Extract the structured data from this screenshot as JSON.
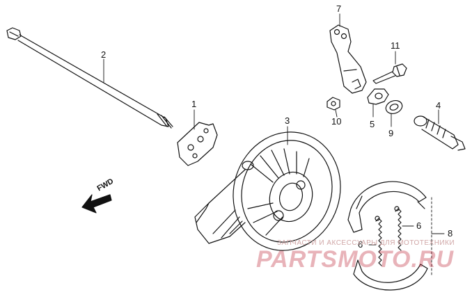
{
  "callouts": {
    "c1": "1",
    "c2": "2",
    "c3": "3",
    "c4": "4",
    "c5": "5",
    "c6a": "6",
    "c6b": "6",
    "c7": "7",
    "c8": "8",
    "c9": "9",
    "c10": "10",
    "c11": "11"
  },
  "direction": {
    "label": "FWD"
  },
  "watermark": {
    "caption": "ЗАПЧАСТИ И АКСЕССУАРЫ ДЛЯ МОТОТЕХНИКИ",
    "brand": "PARTSMOTO.RU"
  },
  "colors": {
    "line": "#111111",
    "watermark": "#c0283a"
  }
}
